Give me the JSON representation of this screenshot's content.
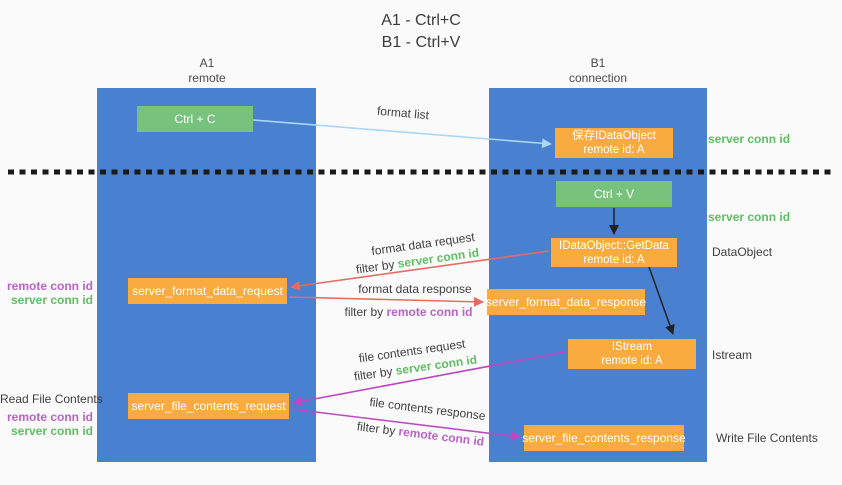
{
  "title": {
    "line1": "A1 - Ctrl+C",
    "line2": "B1 - Ctrl+V"
  },
  "lanes": {
    "left": {
      "name": "A1",
      "role": "remote"
    },
    "right": {
      "name": "B1",
      "role": "connection"
    }
  },
  "boxes": {
    "ctrl_c": {
      "label": "Ctrl + C"
    },
    "save_idataobject": {
      "line1": "保存IDataObject",
      "line2": "remote id: A"
    },
    "ctrl_v": {
      "label": "Ctrl + V"
    },
    "getdata": {
      "line1": "IDataObject::GetData",
      "line2": "remote id: A"
    },
    "format_request": {
      "label": "server_format_data_request"
    },
    "format_response": {
      "label": "server_format_data_response"
    },
    "istream": {
      "line1": "IStream",
      "line2": "remote id: A"
    },
    "file_request": {
      "label": "server_file_contents_request"
    },
    "file_response": {
      "label": "server_file_contents_response"
    }
  },
  "arrow_labels": {
    "format_list": "format list",
    "format_data_request": "format data request",
    "format_data_request_filter": {
      "prefix": "filter by ",
      "value": "server conn id"
    },
    "format_data_response": "format data response",
    "format_data_response_filter": {
      "prefix": "filter by ",
      "value": "remote conn id"
    },
    "file_contents_request": "file contents request",
    "file_contents_request_filter": {
      "prefix": "filter by ",
      "value": "server conn id"
    },
    "file_contents_response": "file contents response",
    "file_contents_response_filter": {
      "prefix": "filter by ",
      "value": "remote conn id"
    }
  },
  "side_labels": {
    "right_server_conn_1": "server conn id",
    "right_server_conn_2": "server conn id",
    "dataobject": "DataObject",
    "istream": "Istream",
    "write_file_contents": "Write File Contents",
    "left_remote_conn_1": "remote conn id",
    "left_server_conn_1": "server conn id",
    "read_file_contents": "Read File Contents",
    "left_remote_conn_2": "remote conn id",
    "left_server_conn_2": "server conn id"
  },
  "colors": {
    "lane_blue": "#4a80d0",
    "box_green": "#77c27d",
    "box_orange": "#f9ab40",
    "text_green": "#5fbd63",
    "text_purple": "#ba62c6",
    "arrow_blue": "#a9d7f5",
    "arrow_red": "#e96a63",
    "arrow_magenta": "#be46c3",
    "arrow_black": "#222222"
  }
}
